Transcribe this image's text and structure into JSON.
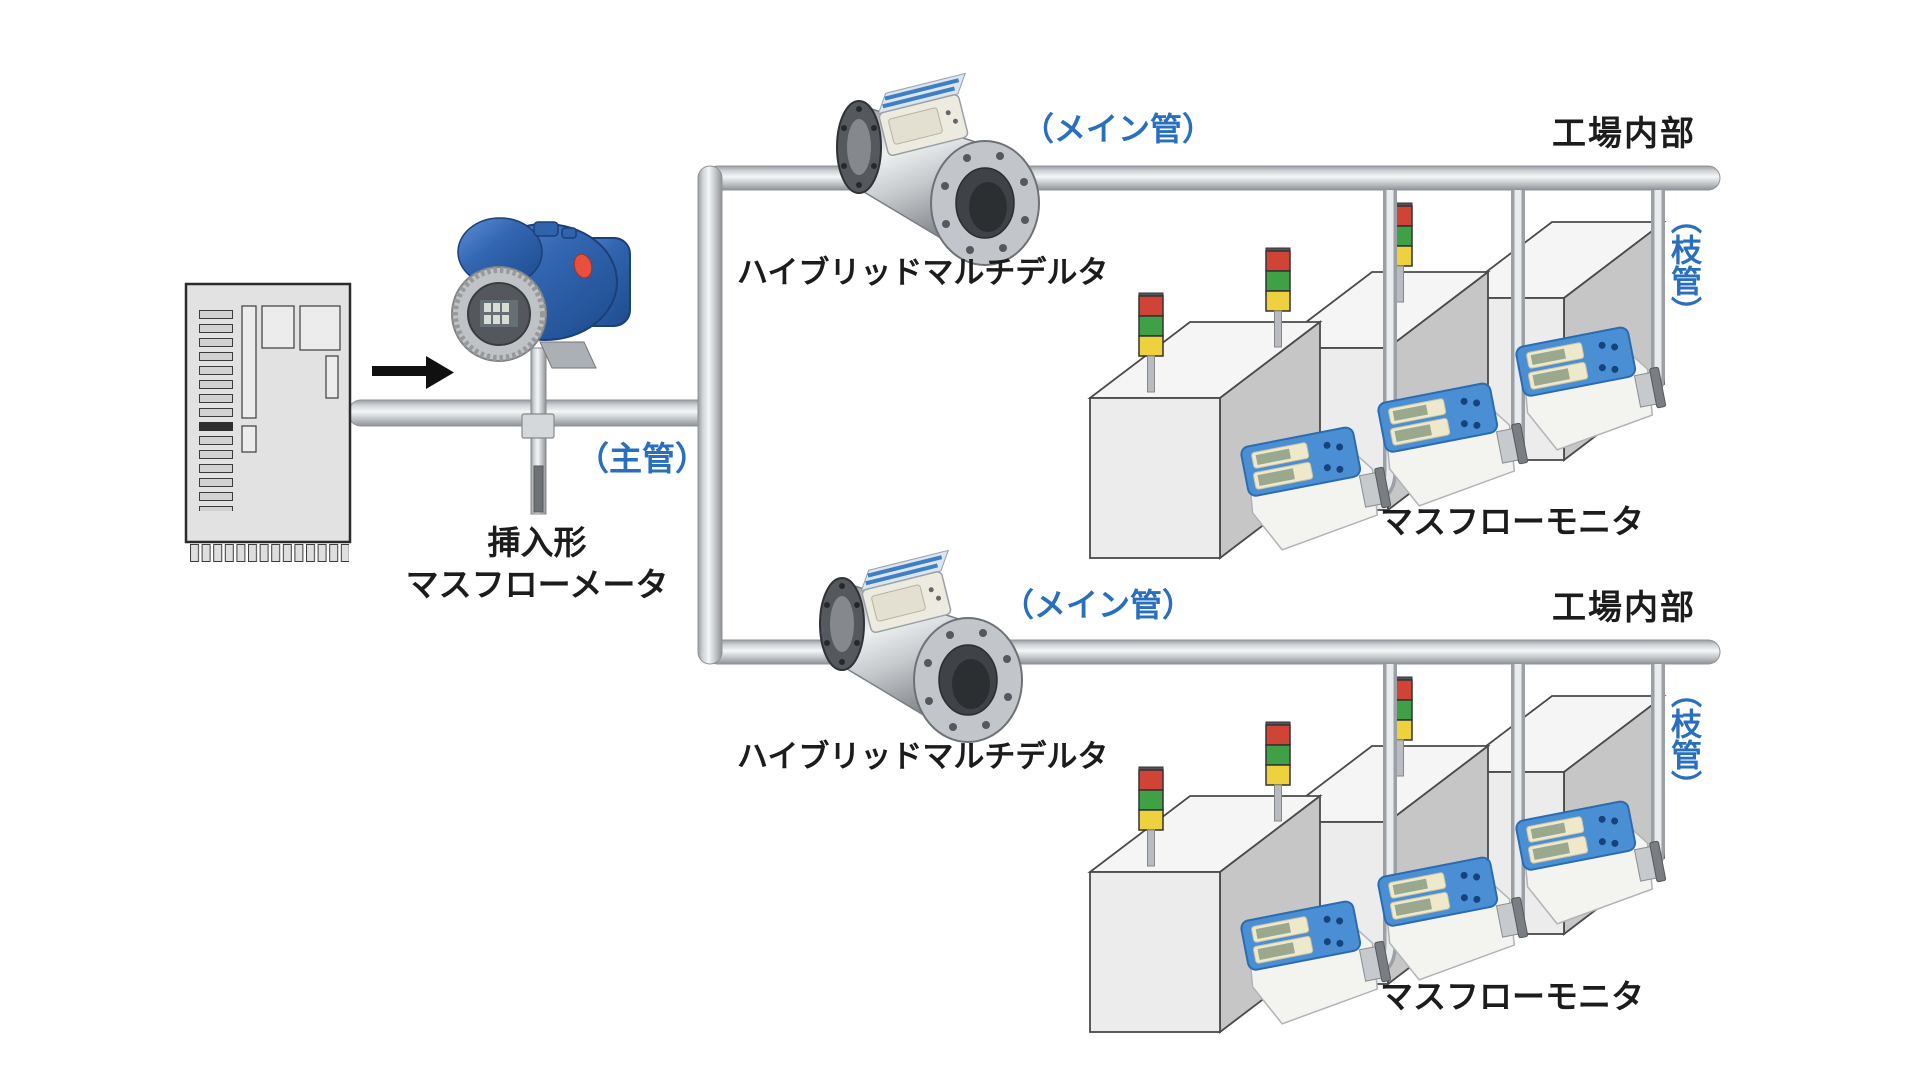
{
  "labels": {
    "trunk_pipe": "（主管）",
    "insertion_meter_line1": "挿入形",
    "insertion_meter_line2": "マスフローメータ",
    "hybrid_upper": "ハイブリッドマルチデルタ",
    "hybrid_lower": "ハイブリッドマルチデルタ",
    "main_pipe_upper": "（メイン管）",
    "main_pipe_lower": "（メイン管）",
    "factory_upper": "工場内部",
    "factory_lower": "工場内部",
    "branch_pipe_upper": "（枝管）",
    "branch_pipe_lower": "（枝管）",
    "monitor_upper": "マスフローモニタ",
    "monitor_lower": "マスフローモニタ"
  },
  "colors": {
    "background": "#ffffff",
    "label_blue": "#2a6fbd",
    "label_black": "#1c1c1c",
    "insertion_meter_blue": "#2f64ad",
    "monitor_panel_blue": "#4a8fd4",
    "signal_red": "#cf4436",
    "signal_green": "#3fa046",
    "signal_yellow": "#edd23e",
    "pipe_highlight": "#f4f6f7",
    "pipe_shadow": "#8e9296",
    "machine_box_gray": "#ebebeb",
    "cabinet_gray": "#e2e2e2"
  }
}
